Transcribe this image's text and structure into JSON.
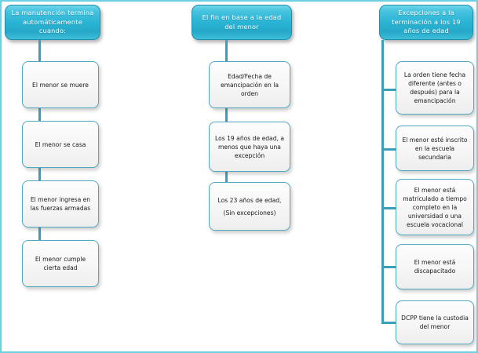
{
  "diagram": {
    "title_bar_color": "#6ed0e0",
    "header_color": "#29b3d4",
    "connector_color": "#3a9fbb",
    "leaf_border_color": "#4fa8c0",
    "background": "#ffffff",
    "columns": [
      {
        "id": "col-terminacion-automatica",
        "header": "La manutención  termina automáticamente  cuando:",
        "nodes": [
          {
            "text": "El menor  se muere"
          },
          {
            "text": "El menor  se casa"
          },
          {
            "text": "El menor  ingresa en las fuerzas  armadas"
          },
          {
            "text": "El menor  cumple cierta edad"
          }
        ]
      },
      {
        "id": "col-fin-por-edad",
        "header": "El fin en base a  la edad del menor",
        "nodes": [
          {
            "text": "Edad/Fecha de emancipación  en la orden"
          },
          {
            "text": "Los 19 años de edad, a menos que haya una excepción"
          },
          {
            "text": "Los  23 años de edad,",
            "sub": "(Sin excepciones)"
          }
        ]
      },
      {
        "id": "col-excepciones",
        "header": "Excepciones  a la terminación  a los 19 años de edad",
        "nodes": [
          {
            "text": "La orden tiene fecha diferente  (antes o después) para la emancipación"
          },
          {
            "text": "El menor esté inscrito  en la escuela secundaria"
          },
          {
            "text": "El menor está matriculado  a tiempo completo en la universidad  o una escuela vocacional"
          },
          {
            "text": "El menor está discapacitado"
          },
          {
            "text": "DCPP tiene la custodia  del menor"
          }
        ]
      }
    ]
  }
}
